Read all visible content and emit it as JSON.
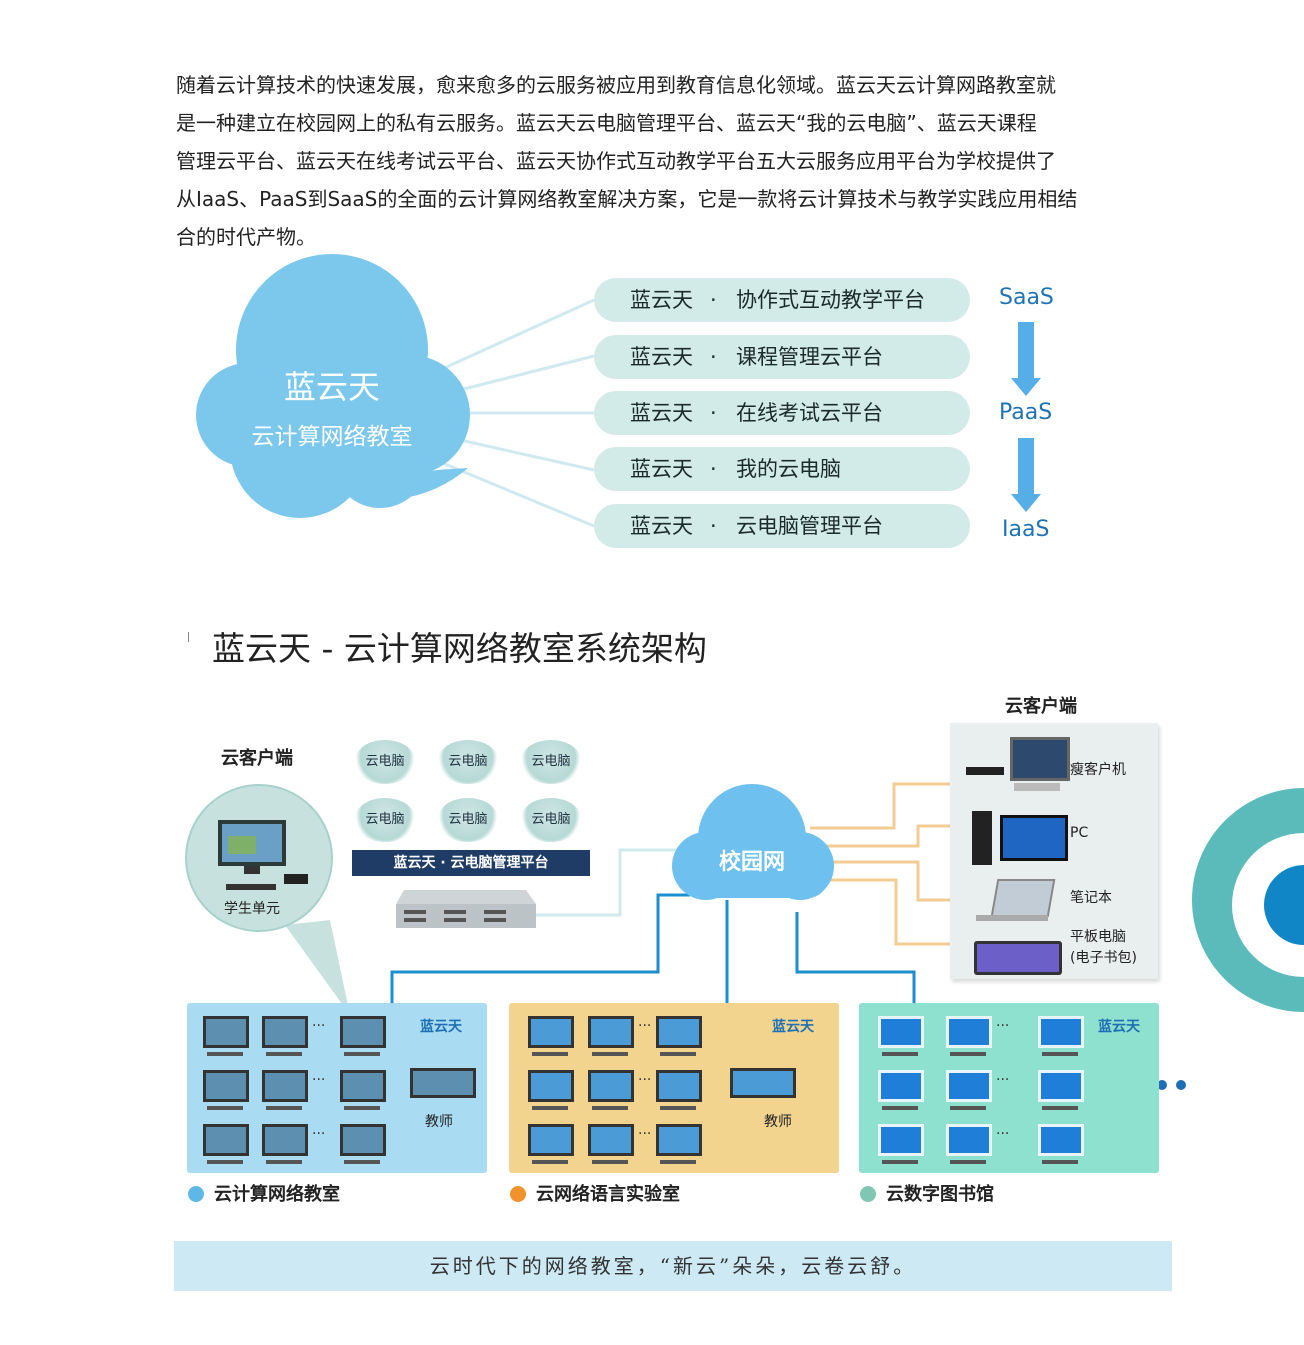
{
  "intro": {
    "lines": [
      "随着云计算技术的快速发展，愈来愈多的云服务被应用到教育信息化领域。蓝云天云计算网路教室就",
      "是一种建立在校园网上的私有云服务。蓝云天云电脑管理平台、蓝云天“我的云电脑”、蓝云天课程",
      "管理云平台、蓝云天在线考试云平台、蓝云天协作式互动教学平台五大云服务应用平台为学校提供了",
      "从IaaS、PaaS到SaaS的全面的云计算网络教室解决方案，它是一款将云计算技术与教学实践应用相结",
      "合的时代产物。"
    ]
  },
  "top_diagram": {
    "cloud_title": "蓝云天",
    "cloud_subtitle": "云计算网络教室",
    "brand": "蓝云天",
    "separator": "·",
    "platforms": [
      "协作式互动教学平台",
      "课程管理云平台",
      "在线考试云平台",
      "我的云电脑",
      "云电脑管理平台"
    ],
    "tiers": [
      "SaaS",
      "PaaS",
      "IaaS"
    ]
  },
  "architecture": {
    "title": "蓝云天 - 云计算网络教室系统架构",
    "left_client_label": "云客户端",
    "student_unit": "学生单元",
    "virtual_pc": "云电脑",
    "platform_bar": "蓝云天 · 云电脑管理平台",
    "campus_net": "校园网",
    "right_client_label": "云客户端",
    "devices": [
      "瘦客户机",
      "PC",
      "笔记本",
      "平板电脑",
      "(电子书包)"
    ],
    "teacher": "教师",
    "room_logo": "蓝云天",
    "rooms": [
      {
        "name": "云计算网络教室",
        "color": "#a9dcf2",
        "bullet": "#5db8e8"
      },
      {
        "name": "云网络语言实验室",
        "color": "#f2d48f",
        "bullet": "#f0932c"
      },
      {
        "name": "云数字图书馆",
        "color": "#8ee0cf",
        "bullet": "#7fc7b3"
      }
    ],
    "ellipsis": "···"
  },
  "footer": "云时代下的网络教室，“新云”朵朵，云卷云舒。"
}
